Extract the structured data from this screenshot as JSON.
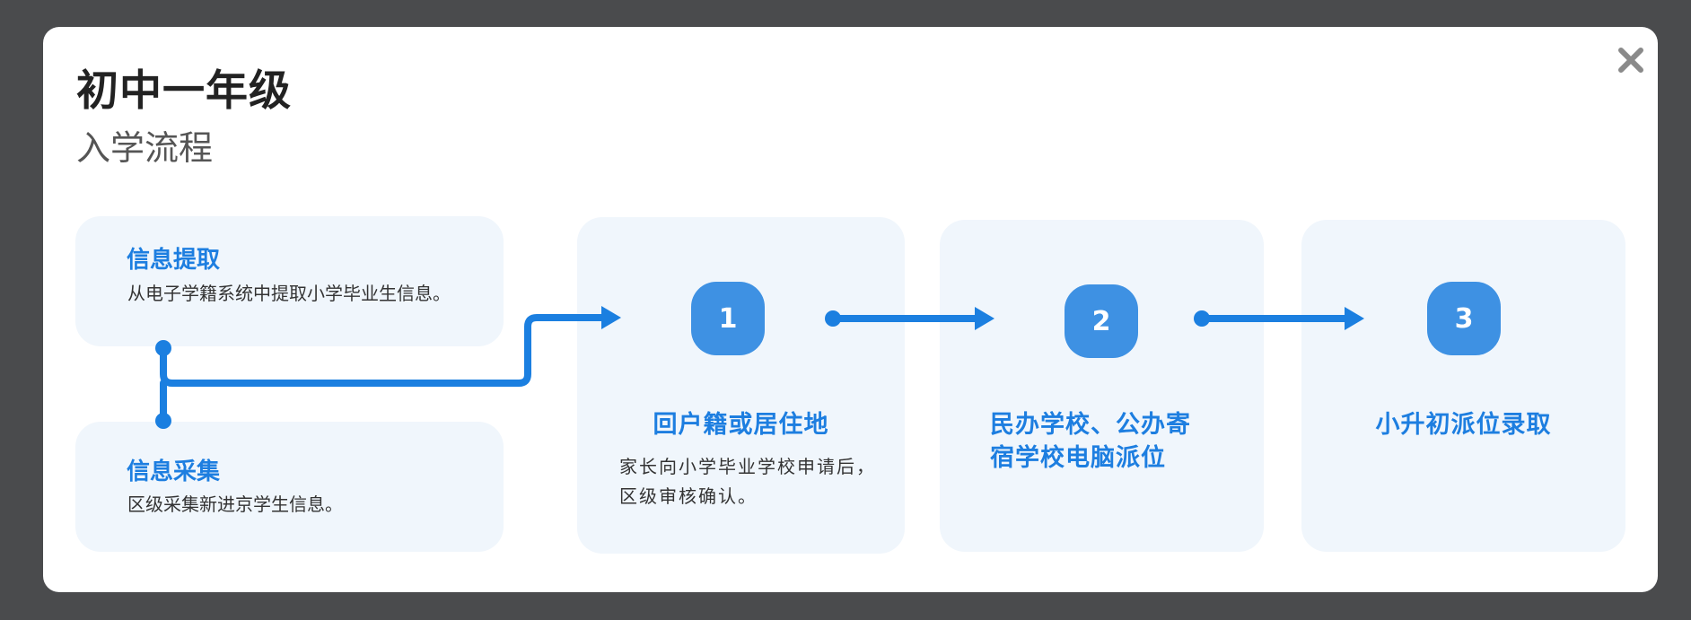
{
  "modal": {
    "title": "初中一年级",
    "subtitle": "入学流程"
  },
  "pre_steps": [
    {
      "title": "信息提取",
      "description": "从电子学籍系统中提取小学毕业生信息。"
    },
    {
      "title": "信息采集",
      "description": "区级采集新进京学生信息。"
    }
  ],
  "steps": [
    {
      "number": "1",
      "title": "回户籍或居住地",
      "description": "家长向小学毕业学校申请后，区级审核确认。"
    },
    {
      "number": "2",
      "title": "民办学校、公办寄宿学校电脑派位",
      "description": ""
    },
    {
      "number": "3",
      "title": "小升初派位录取",
      "description": ""
    }
  ],
  "colors": {
    "accent": "#1d7ee0",
    "badge": "#3e91e3",
    "card_bg": "#f0f6fc",
    "backdrop": "#4a4b4d"
  },
  "icons": {
    "close": "close-icon"
  }
}
